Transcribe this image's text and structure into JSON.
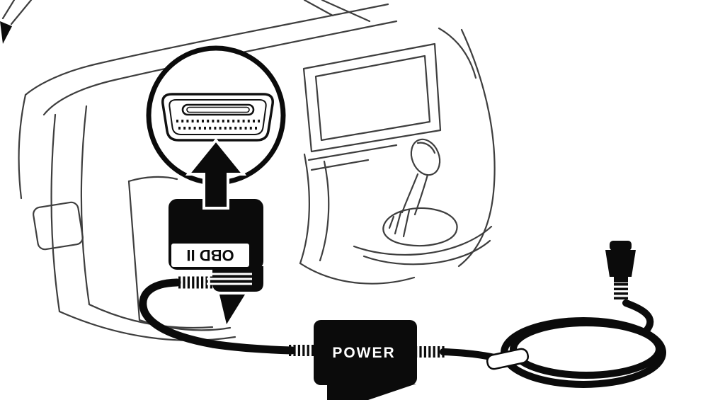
{
  "figure": {
    "type": "product-installation-diagram",
    "labels": {
      "plug": "OBD II",
      "power_module": "POWER"
    },
    "colors": {
      "background": "#ffffff",
      "line_art": "#3e3e3e",
      "solid_black": "#0b0b0b"
    },
    "parts": [
      "car-interior-line-art",
      "obd2-port-callout-circle",
      "obd2-port-connector",
      "up-arrow",
      "obd2-plug",
      "inline-power-module",
      "hardwire-cable",
      "coiled-cable",
      "micro-usb-connector"
    ]
  }
}
